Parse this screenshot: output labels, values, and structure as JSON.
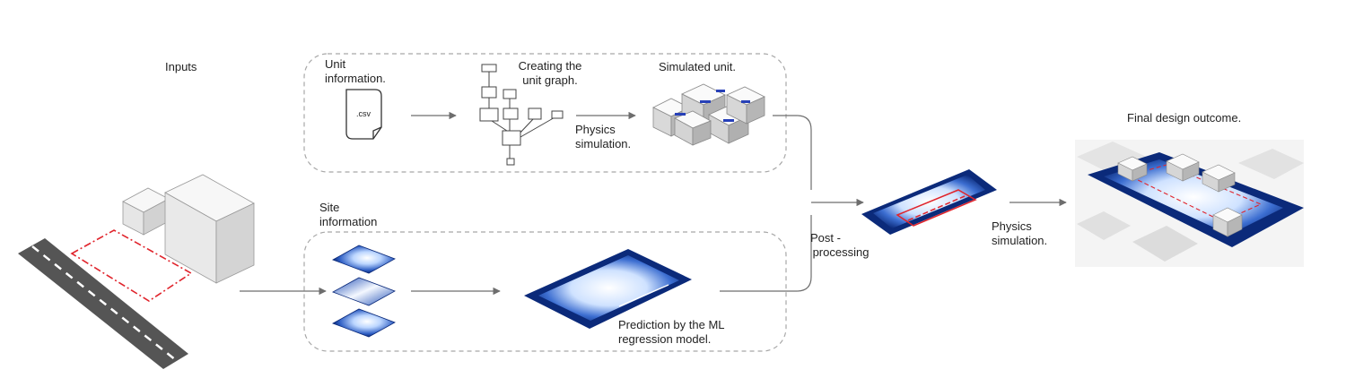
{
  "labels": {
    "inputs": "Inputs",
    "unit_information_1": "Unit",
    "unit_information_2": "information.",
    "csv_file": ".csv",
    "creating_unit_graph_1": "Creating the",
    "creating_unit_graph_2": "unit graph.",
    "physics_simulation_top_1": "Physics",
    "physics_simulation_top_2": "simulation.",
    "simulated_unit": "Simulated unit.",
    "site_information_1": "Site",
    "site_information_2": "information",
    "prediction_1": "Prediction by the ML",
    "prediction_2": "regression model.",
    "post_processing_1": "Post -",
    "post_processing_2": "processing",
    "physics_simulation_right_1": "Physics",
    "physics_simulation_right_2": "simulation.",
    "final_design": "Final design outcome."
  },
  "colors": {
    "arrow": "#6d6d6d",
    "dashed_box": "#a8a8a8",
    "heatmap_dark": "#0b2a7a",
    "heatmap_light": "#e8f2ff",
    "site_boundary": "#e0242c",
    "building": "#ededed"
  }
}
